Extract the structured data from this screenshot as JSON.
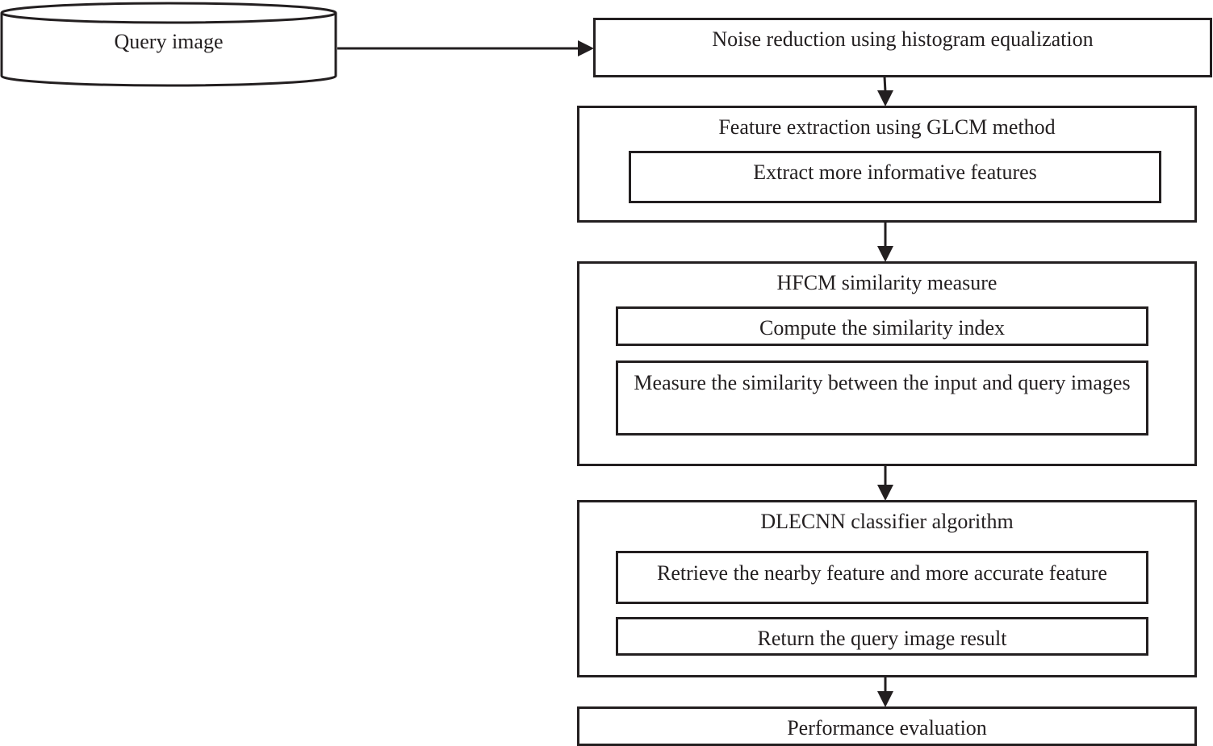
{
  "diagram": {
    "query": {
      "label": "Query image"
    },
    "noise": {
      "label": "Noise reduction using histogram equalization"
    },
    "feature": {
      "label": "Feature extraction using GLCM method",
      "sub": [
        "Extract more informative features"
      ]
    },
    "hfcm": {
      "label": "HFCM similarity measure",
      "sub": [
        "Compute the similarity index",
        "Measure the similarity between the input and query images"
      ]
    },
    "dlecnn": {
      "label": "DLECNN classifier algorithm",
      "sub": [
        "Retrieve the nearby feature and more accurate feature",
        "Return the query image result"
      ]
    },
    "perf": {
      "label": "Performance evaluation"
    }
  },
  "colors": {
    "stroke": "#231f20",
    "background": "#ffffff"
  }
}
